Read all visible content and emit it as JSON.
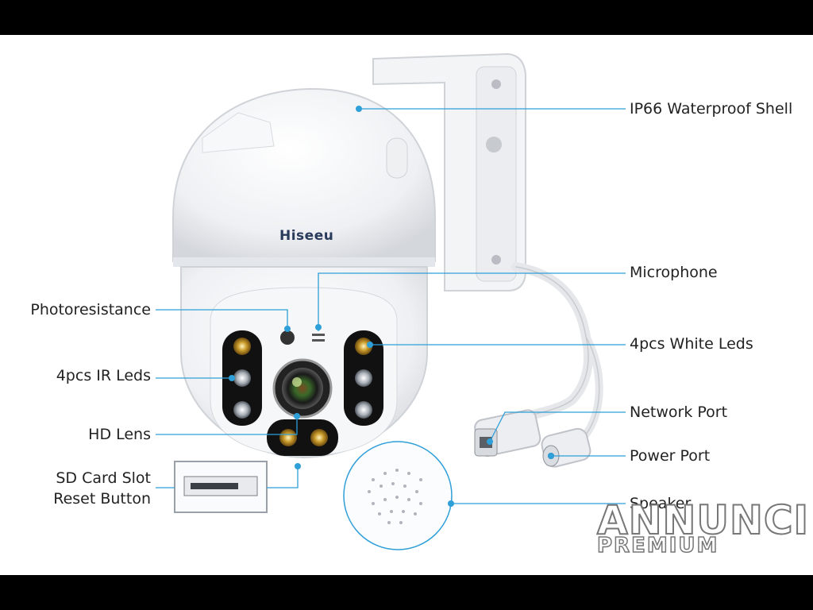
{
  "brand_logo": "Hiseeu",
  "labels": {
    "ip66": "IP66 Waterproof Shell",
    "microphone": "Microphone",
    "white_leds": "4pcs White Leds",
    "network_port": "Network Port",
    "power_port": "Power Port",
    "speaker": "Speaker",
    "photoresistance": "Photoresistance",
    "ir_leds": "4pcs IR Leds",
    "hd_lens": "HD Lens",
    "sd_card_slot": "SD Card Slot",
    "reset_button": "Reset Button"
  },
  "watermark": {
    "line1": "ANNUNCI",
    "line2": "PREMIUM"
  },
  "colors": {
    "callout": "#2e9fd8",
    "label": "#222222",
    "frame": "#000000"
  },
  "icons": [
    "camera-dome",
    "wall-bracket",
    "cable",
    "led",
    "lens",
    "sd-slot",
    "speaker-grille"
  ]
}
